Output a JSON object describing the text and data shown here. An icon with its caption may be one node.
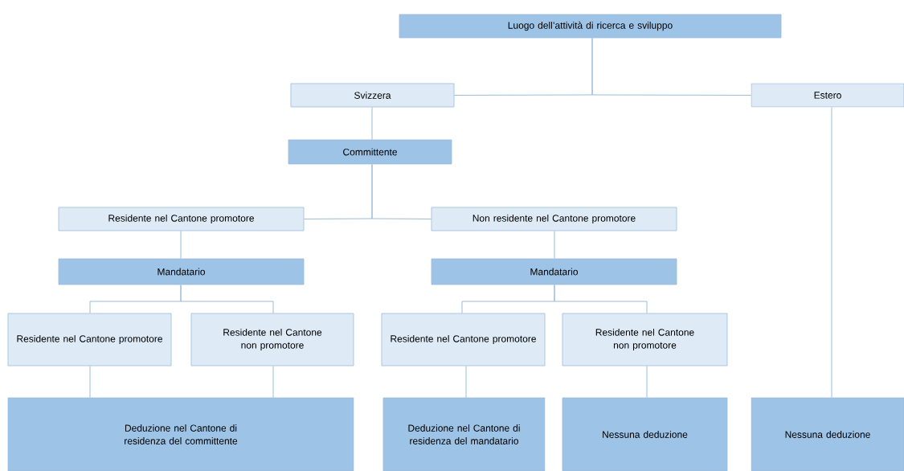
{
  "diagram": {
    "nodes": [
      {
        "text": [
          "Luogo dell’attività di ricerca e sviluppo"
        ]
      },
      {
        "text": [
          "Svizzera"
        ]
      },
      {
        "text": [
          "Estero"
        ]
      },
      {
        "text": [
          "Committente"
        ]
      },
      {
        "text": [
          "Residente nel Cantone promotore"
        ]
      },
      {
        "text": [
          "Non residente nel Cantone promotore"
        ]
      },
      {
        "text": [
          "Mandatario"
        ]
      },
      {
        "text": [
          "Mandatario"
        ]
      },
      {
        "text": [
          "Residente nel Cantone promotore"
        ]
      },
      {
        "text": [
          "Residente nel Cantone non promotore"
        ]
      },
      {
        "text": [
          "Residente nel Cantone promotore"
        ]
      },
      {
        "text": [
          "Residente nel Cantone non promotore"
        ]
      },
      {
        "text": [
          "Deduzione nel Cantone di residenza del committente"
        ]
      },
      {
        "text": [
          "Deduzione nel Cantone di residenza del mandatario"
        ]
      },
      {
        "text": [
          "Nessuna deduzione"
        ]
      },
      {
        "text": [
          "Nessuna deduzione"
        ]
      }
    ],
    "edges": [
      {
        "from": 0,
        "to": 1,
        "arrow": "none"
      },
      {
        "from": 0,
        "to": 2,
        "arrow": "none"
      },
      {
        "from": 1,
        "to": 3,
        "arrow": "none"
      },
      {
        "from": 3,
        "to": 4,
        "arrow": "none"
      },
      {
        "from": 3,
        "to": 5,
        "arrow": "none"
      },
      {
        "from": 4,
        "to": 6,
        "arrow": "none"
      },
      {
        "from": 5,
        "to": 7,
        "arrow": "none"
      },
      {
        "from": 6,
        "to": 8,
        "arrow": "none"
      },
      {
        "from": 6,
        "to": 9,
        "arrow": "none"
      },
      {
        "from": 7,
        "to": 10,
        "arrow": "none"
      },
      {
        "from": 7,
        "to": 11,
        "arrow": "none"
      },
      {
        "from": 8,
        "to": 12,
        "arrow": "none"
      },
      {
        "from": 9,
        "to": 12,
        "arrow": "none"
      },
      {
        "from": 10,
        "to": 13,
        "arrow": "none"
      },
      {
        "from": 11,
        "to": 14,
        "arrow": "none"
      },
      {
        "from": 2,
        "to": 15,
        "arrow": "none"
      }
    ]
  }
}
